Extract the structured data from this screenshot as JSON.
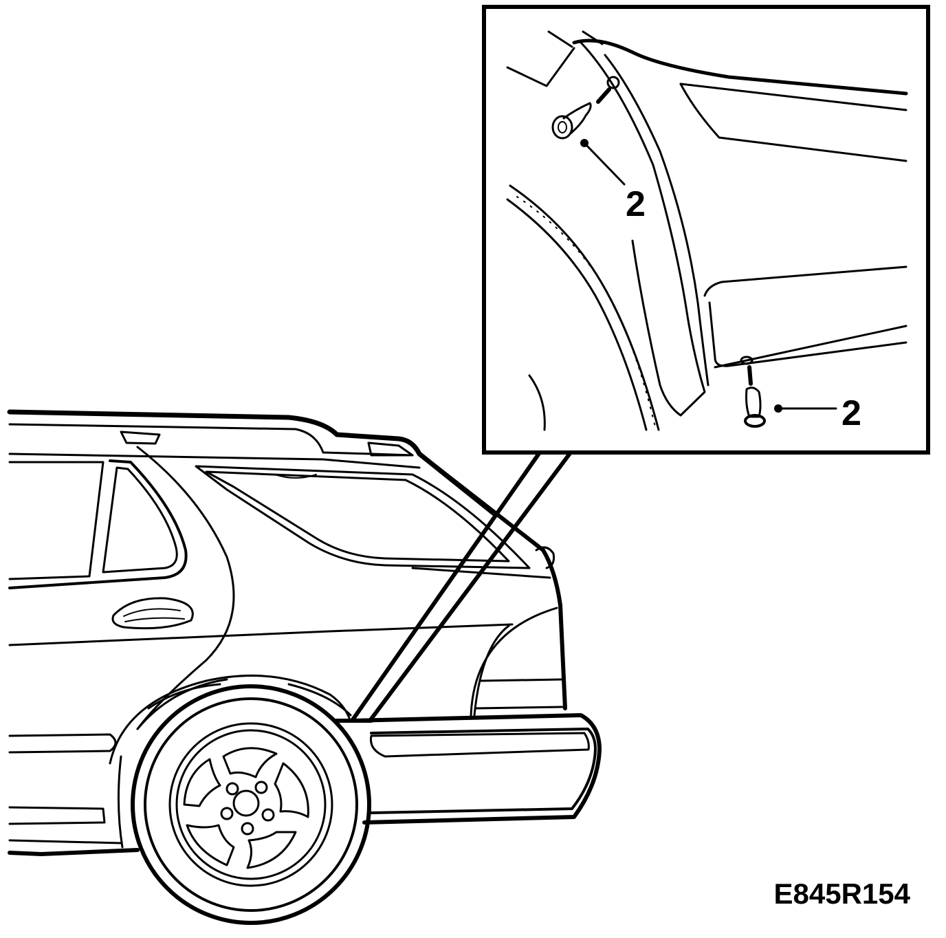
{
  "callouts": [
    {
      "label": "2"
    },
    {
      "label": "2"
    }
  ],
  "figure_code": "E845R154"
}
